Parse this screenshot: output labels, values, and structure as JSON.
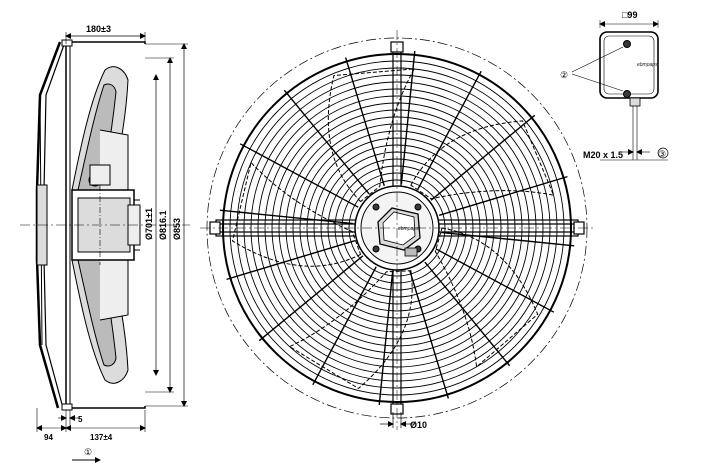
{
  "side_view": {
    "dim_depth": "180±3",
    "dim_d701": "Ø701±1",
    "dim_d816": "Ø816.1",
    "dim_d853": "Ø853",
    "dim_94": "94",
    "dim_5": "5",
    "dim_137": "137±4",
    "callout_1": "①"
  },
  "front_view": {
    "dim_hole": "Ø10",
    "hub_logo": "ebmpapst"
  },
  "terminal_box": {
    "dim_width": "□99",
    "cable_gland": "M20 x 1.5",
    "callout_2": "②",
    "callout_3": "③",
    "box_logo": "ebmpapst"
  },
  "colors": {
    "line": "#000000",
    "gray_fill": "#dcdcdc",
    "dark_fill": "#3a3a3a"
  }
}
